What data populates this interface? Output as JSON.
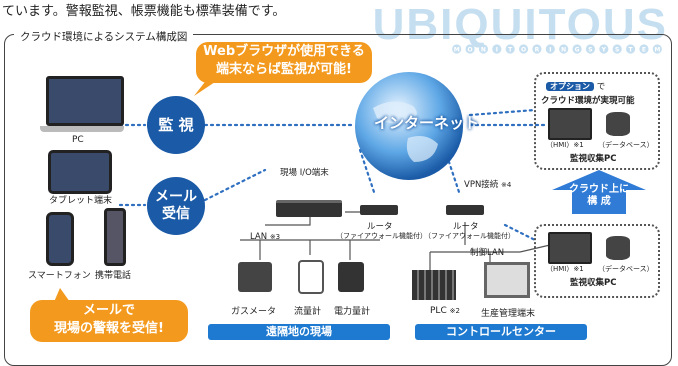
{
  "intro_text": "ています。警報監視、帳票機能も標準装備です。",
  "logo": {
    "main": "UBIQUITOUS",
    "sub": "MONITORINGSYSTEM"
  },
  "diagram": {
    "title": "クラウド環境によるシステム構成図",
    "callout_web": [
      "Webブラウザが使用できる",
      "端末ならば監視が可能!"
    ],
    "callout_mail": [
      "メールで",
      "現場の警報を受信!"
    ],
    "circle_monitor": "監 視",
    "circle_mail": [
      "メール",
      "受信"
    ],
    "internet": "インターネット",
    "devices": {
      "pc": "PC",
      "tablet": "タブレット端末",
      "smartphone": "スマートフォン",
      "mobile": "携帯電話"
    },
    "field": {
      "io_terminal": "現場 I/O端末",
      "router": [
        "ルータ",
        "（ファイアウォール機能付）"
      ],
      "lan": "LAN",
      "lan_note": "※3",
      "gas_meter": "ガスメータ",
      "flow_meter": "流量計",
      "power_meter": "電力量計",
      "area_label": "遠隔地の現場"
    },
    "center": {
      "vpn": "VPN接続",
      "vpn_note": "※4",
      "router": [
        "ルータ",
        "（ファイアウォール機能付）"
      ],
      "control_lan": "制御LAN",
      "plc": "PLC",
      "plc_note": "※2",
      "production_terminal": "生産管理端末",
      "area_label": "コントロールセンター"
    },
    "cloud": {
      "option_badge": "オプション",
      "option_suffix": "で",
      "option_text": "クラウド環境が実現可能",
      "hmi": "（HMI）",
      "hmi_note": "※1",
      "database": "（データベース）",
      "monitor_pc": "監視収集PC",
      "arrow_label": [
        "クラウド上に",
        "構 成"
      ]
    },
    "onsite": {
      "hmi": "（HMI）",
      "hmi_note": "※1",
      "database": "（データベース）",
      "monitor_pc": "監視収集PC"
    }
  },
  "colors": {
    "orange": "#f39a1e",
    "navy": "#1a5aa6",
    "blue": "#1e7ad0",
    "logo": "#c6dff0"
  }
}
